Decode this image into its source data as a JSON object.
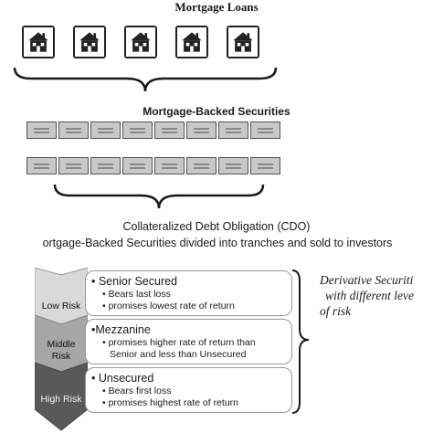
{
  "headings": {
    "loans": "Mortgage Loans",
    "mbs": "Mortgage-Backed Securities",
    "cdo": "Collateralized Debt Obligation (CDO)",
    "cdo_sub": "ortgage-Backed Securities divided into tranches and sold to investors"
  },
  "loans": {
    "count": 5,
    "icon": "house-icon"
  },
  "securities": {
    "rows": 2,
    "per_row": 8
  },
  "tiers": [
    {
      "risk": "Low Risk",
      "name": "• Senior Secured",
      "bullets": [
        "• Bears last loss",
        "• promises lowest rate of return"
      ]
    },
    {
      "risk_line1": "Middle",
      "risk_line2": "Risk",
      "name": "•Mezzanine",
      "bullets": [
        "• promises higher rate of return than",
        "Senior and less than Unsecured"
      ]
    },
    {
      "risk": "High Risk",
      "name": "• Unsecured",
      "bullets": [
        "• Bears first loss",
        "• promises highest rate of return"
      ]
    }
  ],
  "side_note": {
    "line1": "Derivative Securiti",
    "line2": "with different leve",
    "line3": "of risk"
  },
  "colors": {
    "arrow_low": "#d9d9d9",
    "arrow_mid": "#a6a6a6",
    "arrow_high": "#595959"
  }
}
